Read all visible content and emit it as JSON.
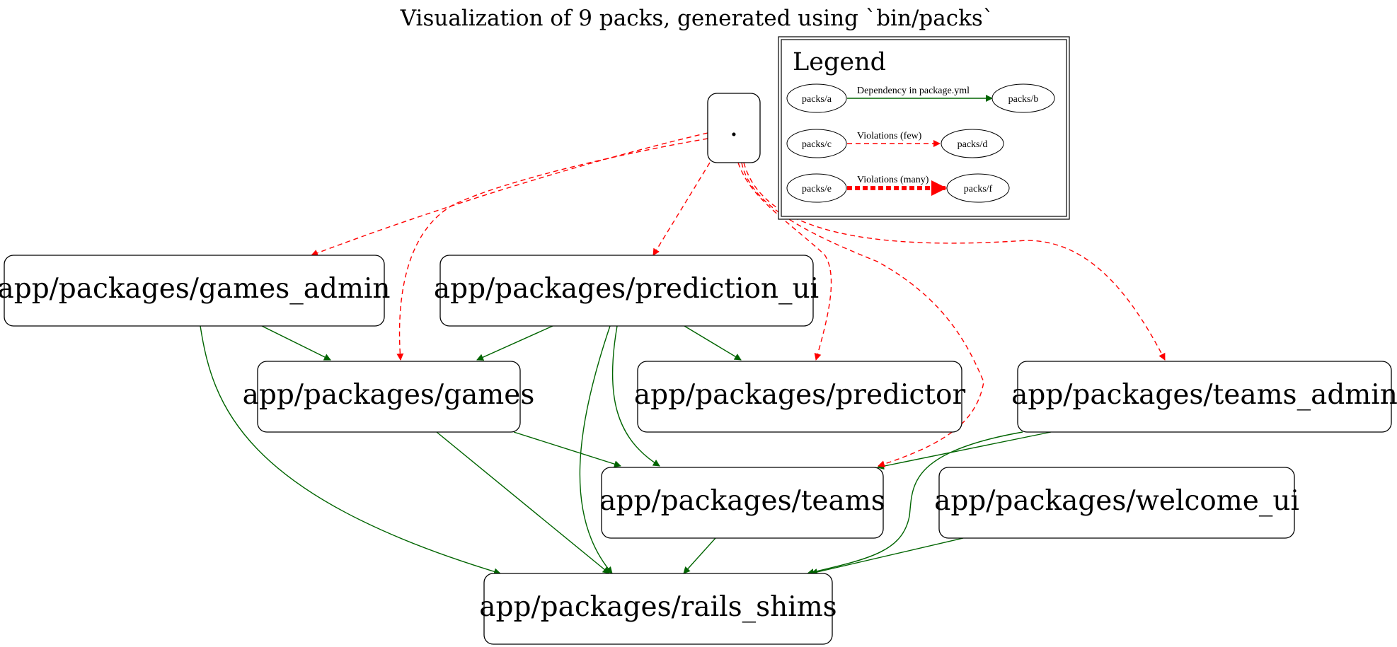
{
  "title": "Visualization of 9 packs, generated using `bin/packs`",
  "nodes": {
    "root": ".",
    "games_admin": "app/packages/games_admin",
    "prediction_ui": "app/packages/prediction_ui",
    "games": "app/packages/games",
    "predictor": "app/packages/predictor",
    "teams_admin": "app/packages/teams_admin",
    "teams": "app/packages/teams",
    "welcome_ui": "app/packages/welcome_ui",
    "rails_shims": "app/packages/rails_shims"
  },
  "edges": [
    {
      "from": "games_admin",
      "to": "games",
      "kind": "dependency"
    },
    {
      "from": "games_admin",
      "to": "rails_shims",
      "kind": "dependency"
    },
    {
      "from": "prediction_ui",
      "to": "games",
      "kind": "dependency"
    },
    {
      "from": "prediction_ui",
      "to": "predictor",
      "kind": "dependency"
    },
    {
      "from": "prediction_ui",
      "to": "teams",
      "kind": "dependency"
    },
    {
      "from": "prediction_ui",
      "to": "rails_shims",
      "kind": "dependency"
    },
    {
      "from": "games",
      "to": "teams",
      "kind": "dependency"
    },
    {
      "from": "games",
      "to": "rails_shims",
      "kind": "dependency"
    },
    {
      "from": "teams_admin",
      "to": "teams",
      "kind": "dependency"
    },
    {
      "from": "teams_admin",
      "to": "rails_shims",
      "kind": "dependency"
    },
    {
      "from": "teams",
      "to": "rails_shims",
      "kind": "dependency"
    },
    {
      "from": "welcome_ui",
      "to": "rails_shims",
      "kind": "dependency"
    },
    {
      "from": "root",
      "to": "games_admin",
      "kind": "violation"
    },
    {
      "from": "root",
      "to": "games",
      "kind": "violation"
    },
    {
      "from": "root",
      "to": "prediction_ui",
      "kind": "violation"
    },
    {
      "from": "root",
      "to": "predictor",
      "kind": "violation"
    },
    {
      "from": "root",
      "to": "teams",
      "kind": "violation"
    },
    {
      "from": "root",
      "to": "teams_admin",
      "kind": "violation"
    }
  ],
  "legend": {
    "title": "Legend",
    "rows": [
      {
        "from": "packs/a",
        "to": "packs/b",
        "label": "Dependency in package.yml",
        "kind": "dependency"
      },
      {
        "from": "packs/c",
        "to": "packs/d",
        "label": "Violations (few)",
        "kind": "violation"
      },
      {
        "from": "packs/e",
        "to": "packs/f",
        "label": "Violations (many)",
        "kind": "violation-many"
      }
    ]
  },
  "colors": {
    "dependency": "#006400",
    "violation": "#ff0000",
    "node_border": "#000000"
  }
}
